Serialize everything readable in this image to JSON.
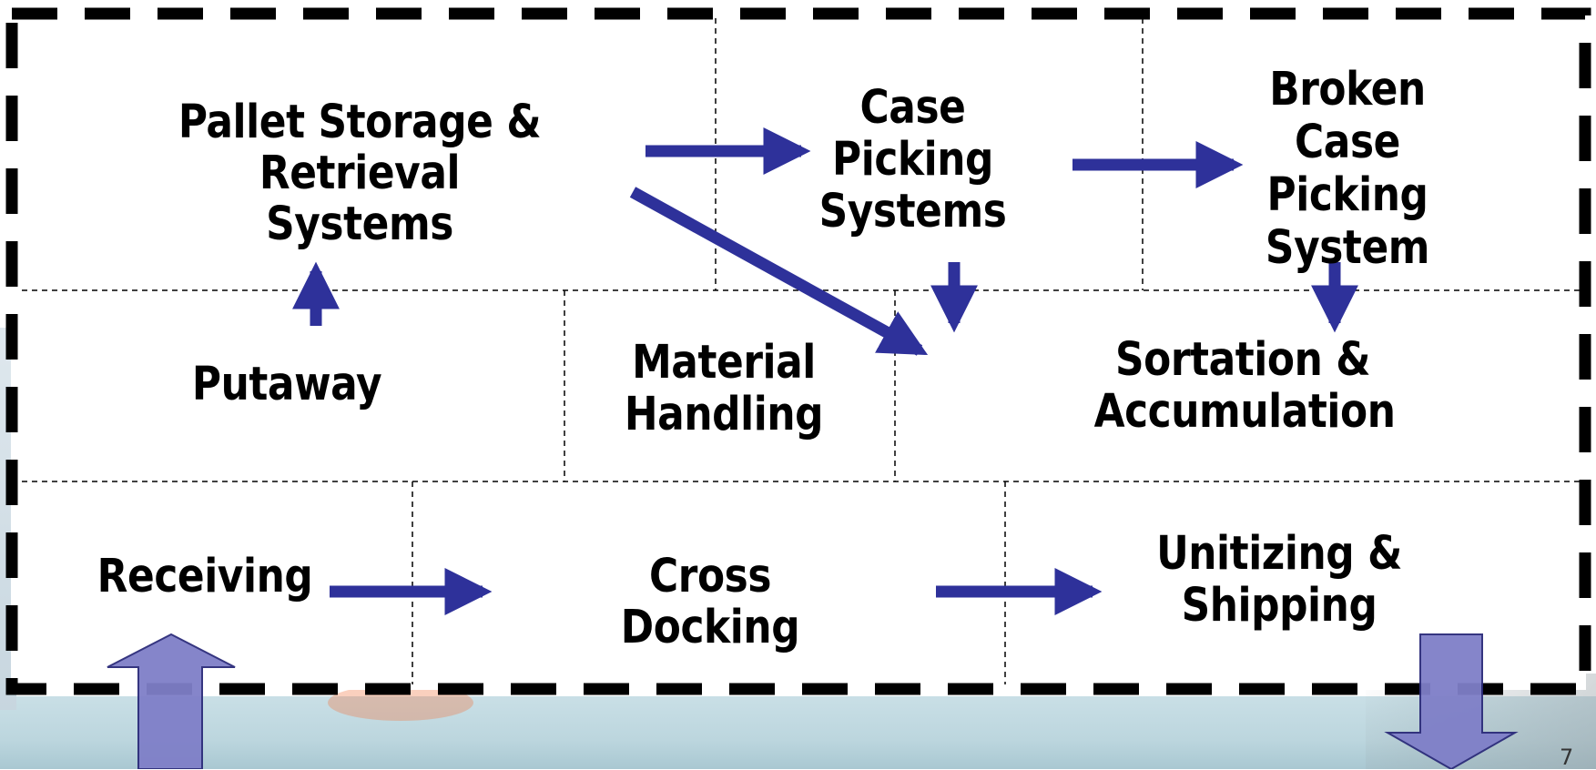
{
  "diagram": {
    "nodes": {
      "pallet": "Pallet Storage &\nRetrieval Systems",
      "case": "Case\nPicking\nSystems",
      "broken": "Broken\nCase\nPicking\nSystem",
      "putaway": "Putaway",
      "material": "Material\nHandling",
      "sortation": "Sortation &\nAccumulation",
      "receiving": "Receiving",
      "cross": "Cross Docking",
      "unitizing": "Unitizing &\nShipping"
    },
    "colors": {
      "arrow": "#2e319a",
      "big_arrow_fill": "#7f7fc8",
      "big_arrow_stroke": "#2b2b7a",
      "border": "#000000",
      "divider": "#000000"
    },
    "icons": {
      "inbound": "big-up-arrow-icon",
      "outbound": "big-down-arrow-icon"
    }
  },
  "page_number": "7"
}
